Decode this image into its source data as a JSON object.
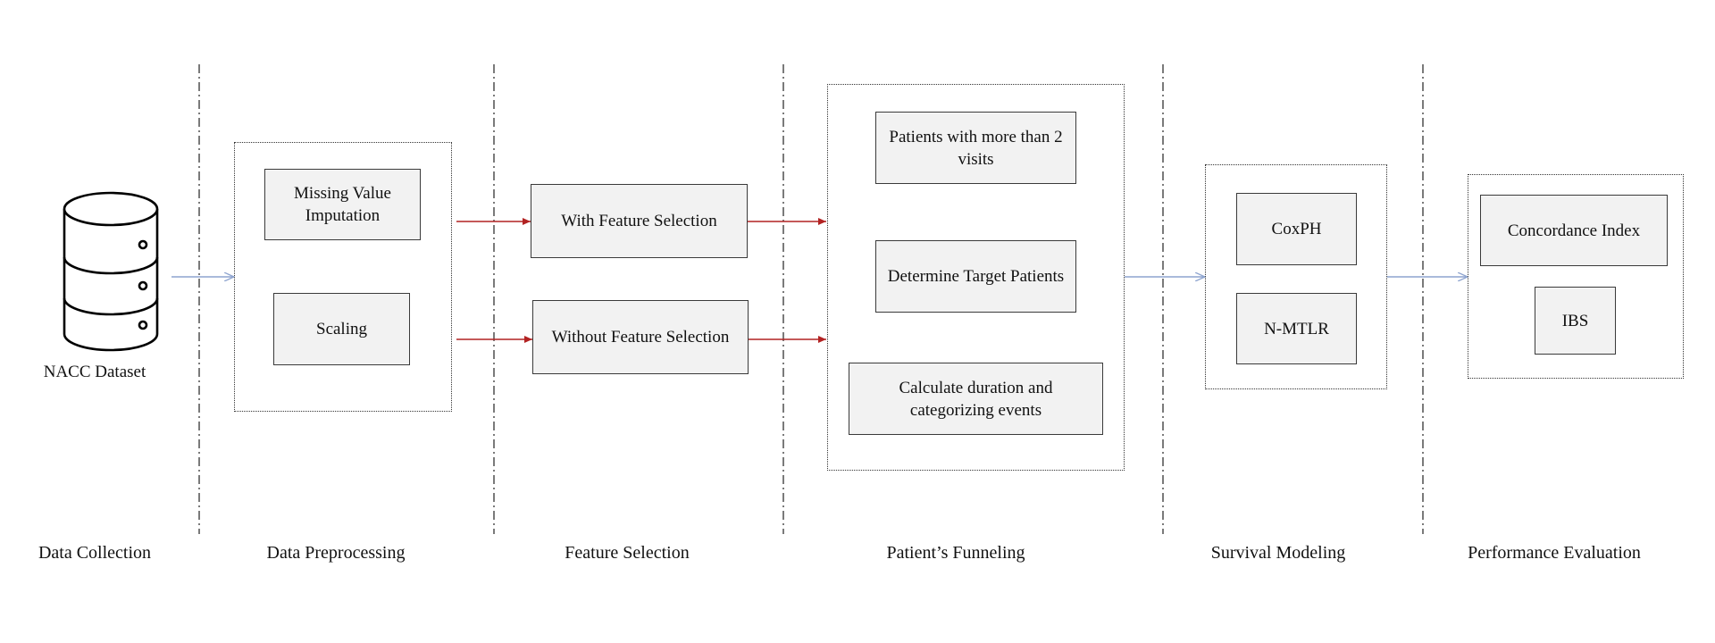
{
  "stages": [
    {
      "label": "Data Collection"
    },
    {
      "label": "Data Preprocessing"
    },
    {
      "label": "Feature Selection"
    },
    {
      "label": "Patient’s Funneling"
    },
    {
      "label": "Survival Modeling"
    },
    {
      "label": "Performance Evaluation"
    }
  ],
  "database": {
    "label": "NACC Dataset",
    "icon": "database-icon"
  },
  "preprocessing": {
    "missing_value": "Missing Value Imputation",
    "scaling": "Scaling"
  },
  "feature_selection": {
    "with": "With Feature Selection",
    "without": "Without Feature Selection"
  },
  "funneling": {
    "step1": "Patients with more than 2 visits",
    "step2": "Determine Target Patients",
    "step3": "Calculate duration and categorizing events"
  },
  "modeling": {
    "model1": "CoxPH",
    "model2": "N-MTLR"
  },
  "evaluation": {
    "metric1": "Concordance Index",
    "metric2": "IBS"
  },
  "colors": {
    "flow_arrow": "#8ea4cf",
    "split_arrow": "#b22222",
    "box_fill": "#f2f2f2",
    "divider": "#333333"
  }
}
